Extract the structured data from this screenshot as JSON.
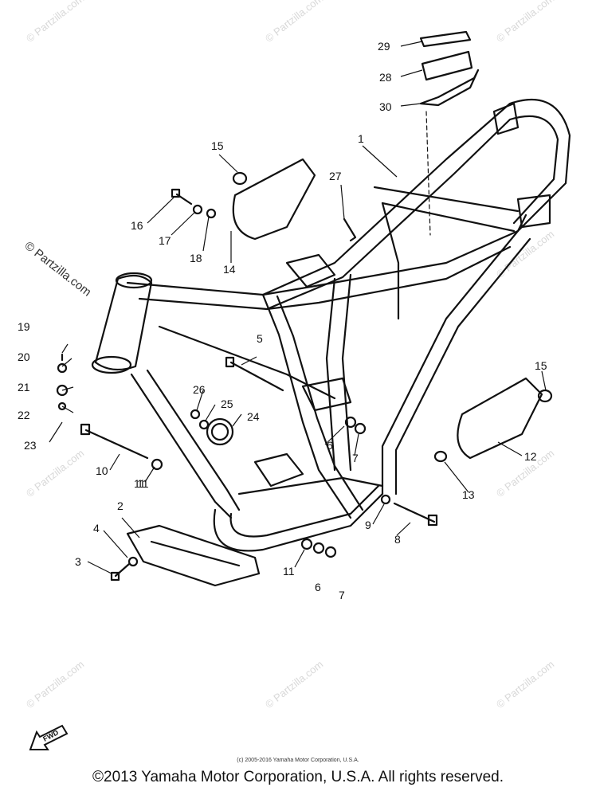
{
  "watermark_text": "© Partzilla.com",
  "callouts": [
    "1",
    "2",
    "3",
    "4",
    "5",
    "6",
    "6",
    "7",
    "7",
    "8",
    "9",
    "10",
    "11",
    "11",
    "11",
    "12",
    "13",
    "14",
    "15",
    "15",
    "16",
    "17",
    "18",
    "19",
    "20",
    "21",
    "22",
    "23",
    "24",
    "25",
    "26",
    "27",
    "28",
    "29",
    "30"
  ],
  "fwd_label": "FWD",
  "small_copyright": "(c) 2005-2016 Yamaha Motor Corporation, U.S.A.",
  "copyright": "©2013 Yamaha Motor Corporation, U.S.A. All rights reserved."
}
